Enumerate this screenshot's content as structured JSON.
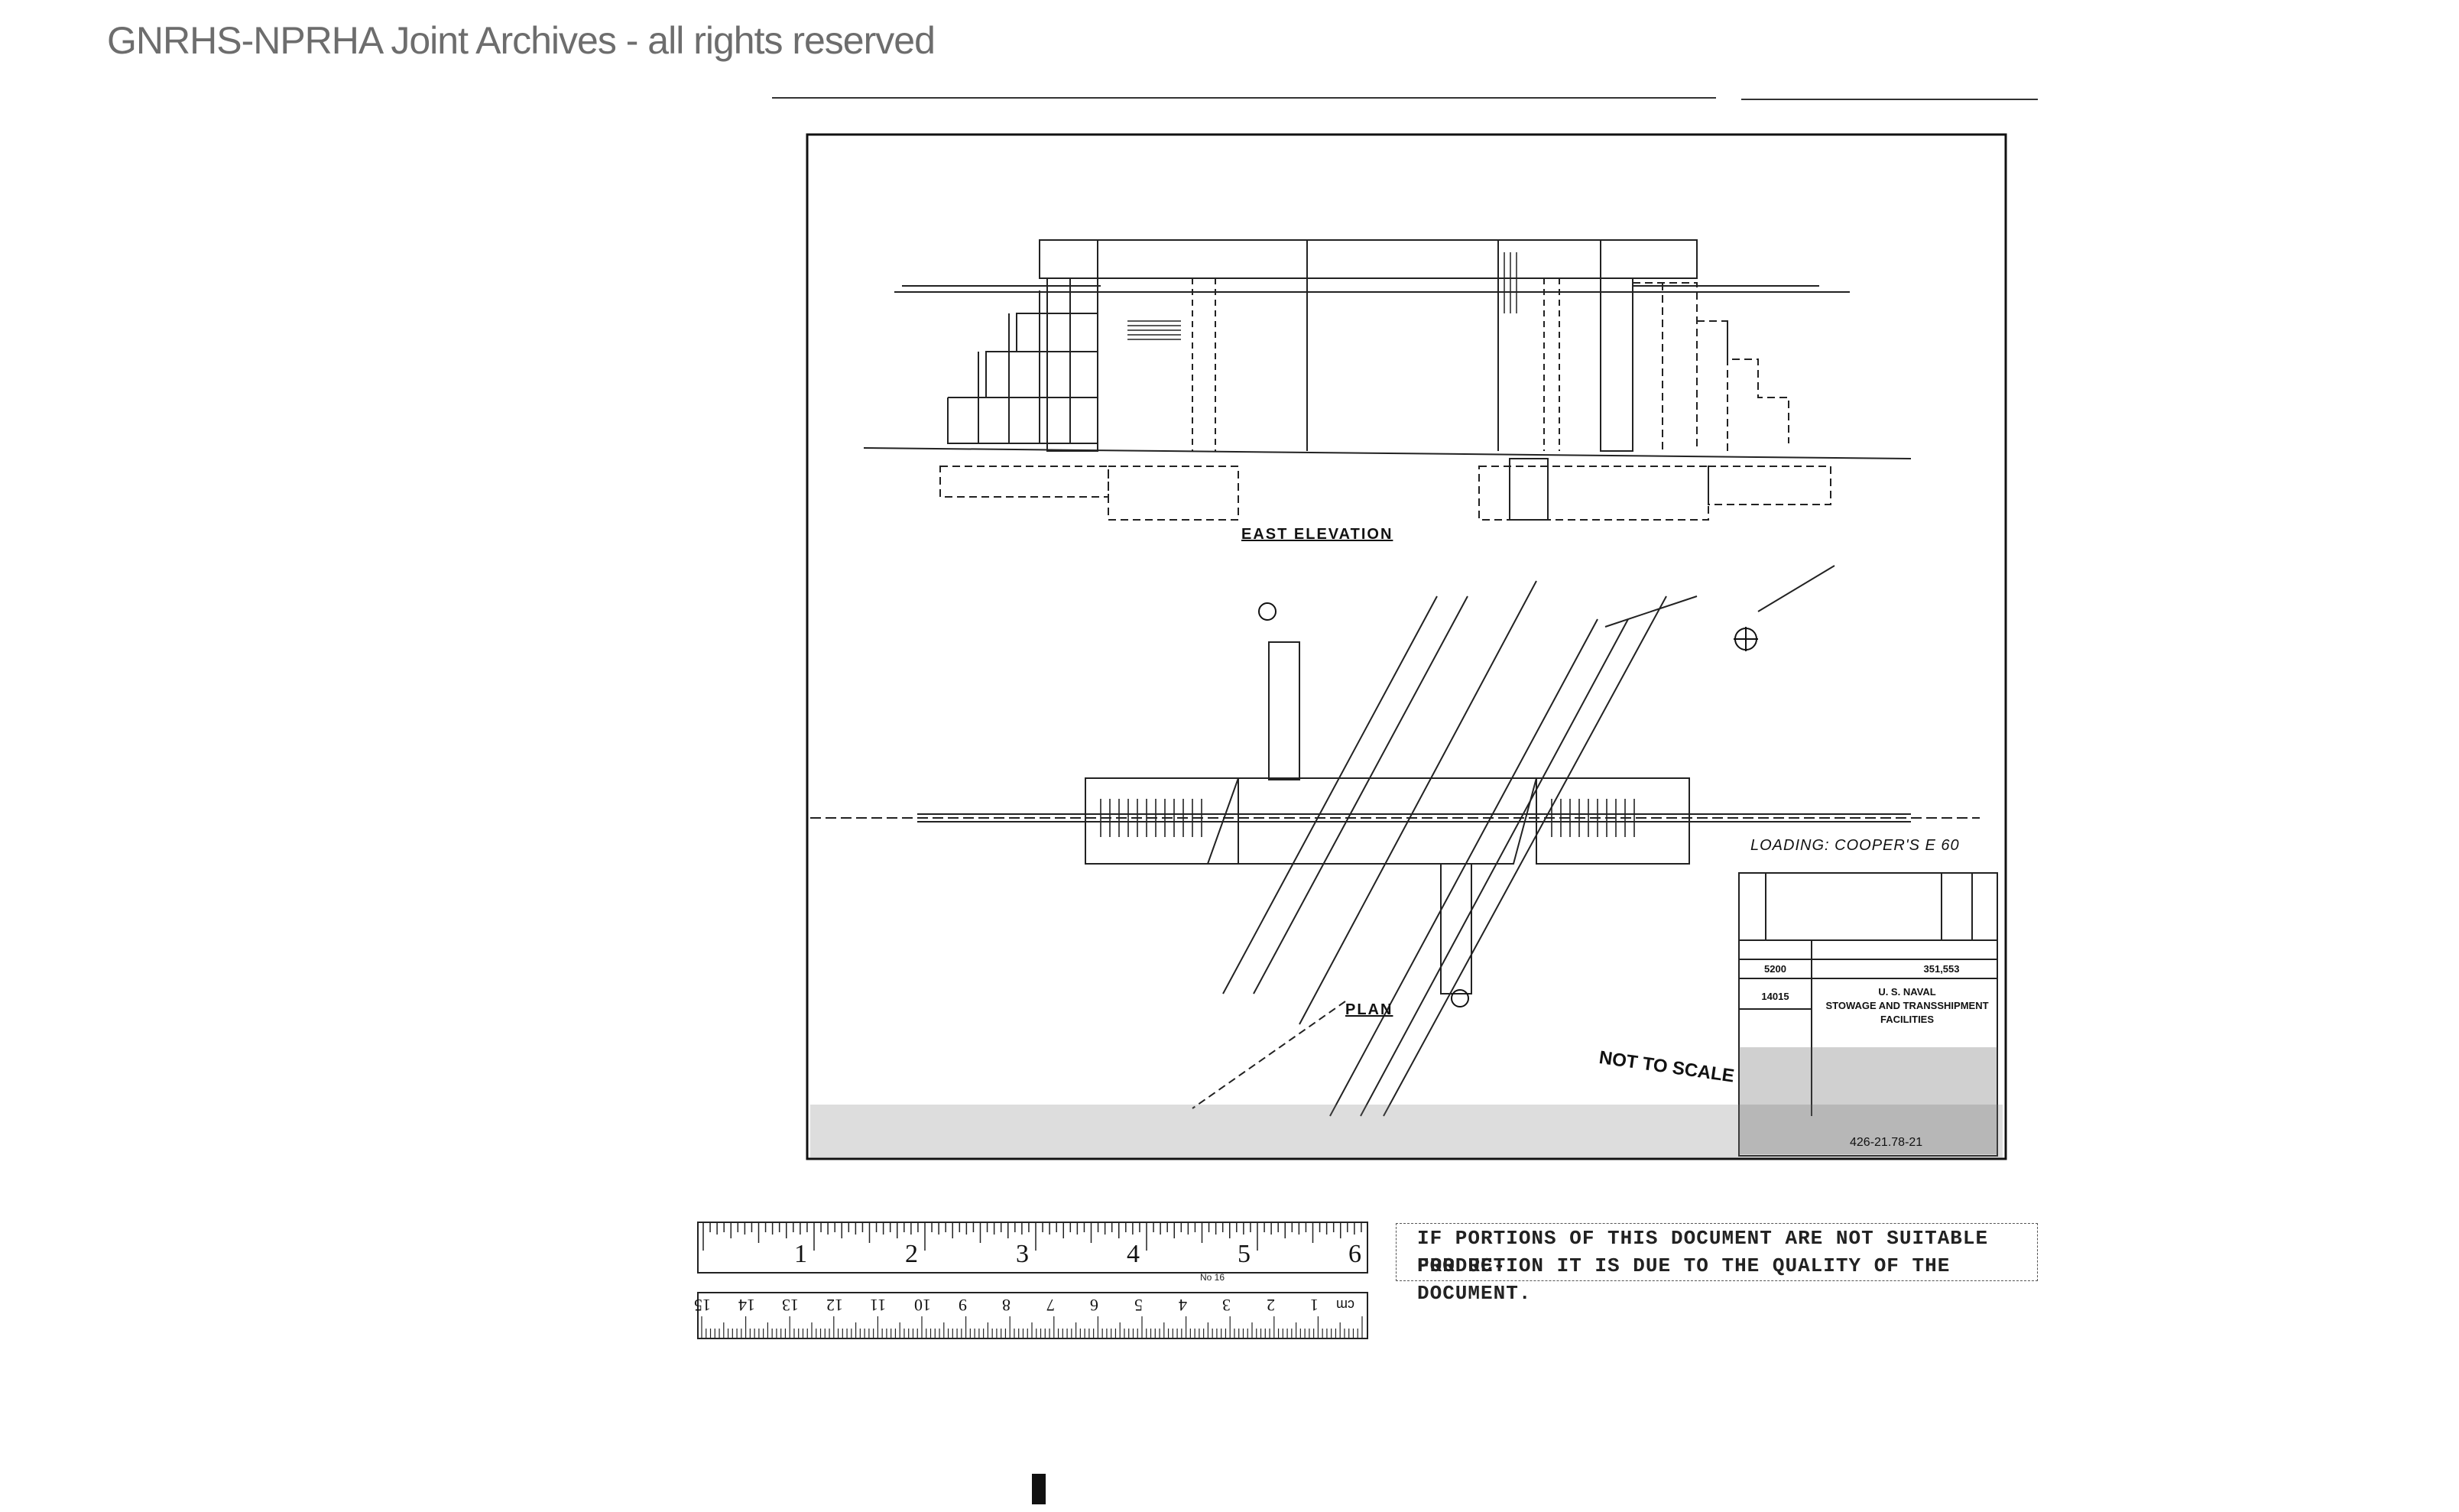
{
  "watermark": "GNRHS-NPRHA Joint Archives - all rights reserved",
  "drawing": {
    "elevation_title": "EAST ELEVATION",
    "plan_title": "PLAN",
    "loading_note": "LOADING: COOPER'S  E 60",
    "not_to_scale": "NOT TO SCALE",
    "drawing_number": "426-21.78-21",
    "title_block": {
      "agency": "U. S. NAVAL",
      "facility": "STOWAGE AND TRANSSHIPMENT",
      "facility2": "FACILITIES",
      "sheet_code": "351,553",
      "left_code": "5200",
      "left_code2": "14015"
    }
  },
  "ruler": {
    "inch_labels": [
      "1",
      "2",
      "3",
      "4",
      "5",
      "6"
    ],
    "cm_labels": [
      "15",
      "14",
      "13",
      "12",
      "11",
      "10",
      "9",
      "8",
      "7",
      "6",
      "5",
      "4",
      "3",
      "2",
      "1"
    ],
    "cm_unit": "cm",
    "model": "No 16"
  },
  "notice": {
    "line1": "IF PORTIONS OF THIS DOCUMENT ARE NOT SUITABLE FOR RE-",
    "line2": "PRODUCTION IT IS DUE TO THE QUALITY OF THE DOCUMENT."
  },
  "colors": {
    "ink": "#111111",
    "watermark": "#6d6d6d",
    "paper": "#ffffff"
  }
}
